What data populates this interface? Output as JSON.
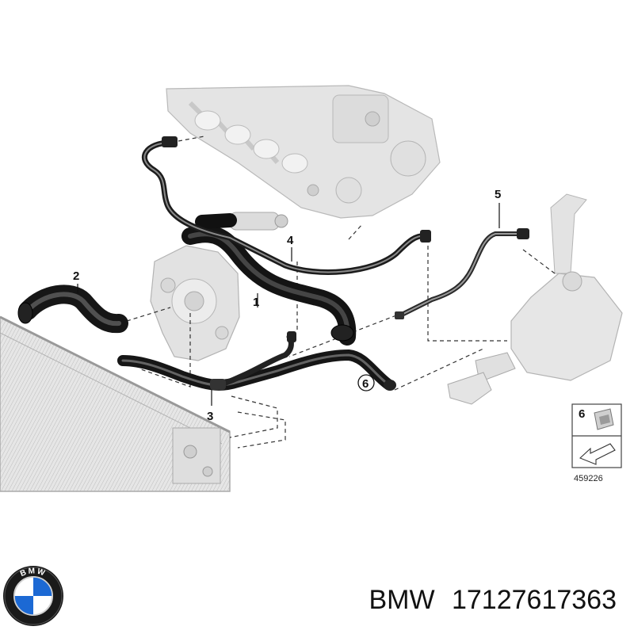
{
  "callouts": {
    "c1": "1",
    "c2": "2",
    "c3": "3",
    "c4": "4",
    "c5": "5",
    "c6": "6"
  },
  "inset": {
    "number": "6",
    "reference": "459226"
  },
  "footer": {
    "brand": "BMW",
    "part_number": "17127617363"
  },
  "logo": {
    "text": "BMW"
  }
}
